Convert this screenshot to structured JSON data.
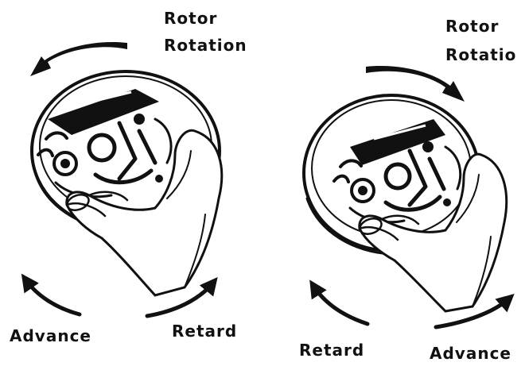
{
  "left_panel": {
    "rotor_line1": "Rotor",
    "rotor_line2": "Rotation",
    "left_label": "Advance",
    "right_label": "Retard"
  },
  "right_panel": {
    "rotor_line1": "Rotor",
    "rotor_line2": "Rotatio",
    "left_label": "Retard",
    "right_label": "Advance"
  }
}
